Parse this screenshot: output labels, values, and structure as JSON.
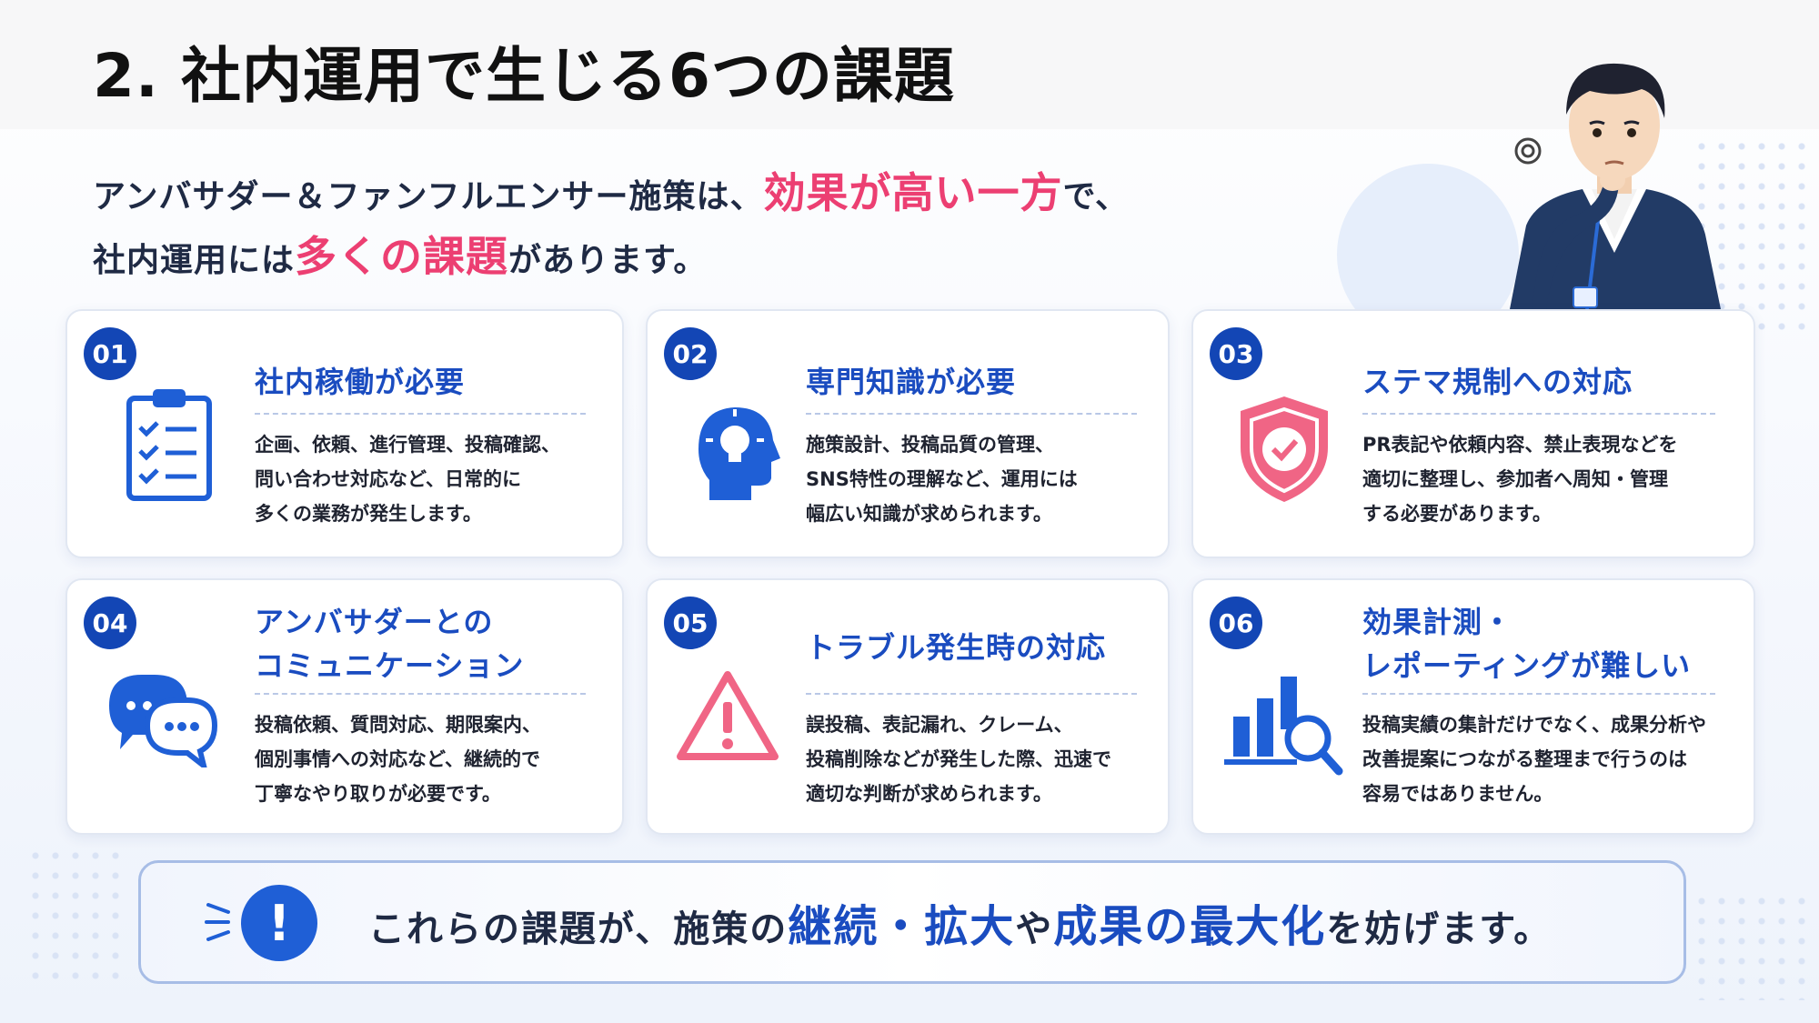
{
  "page": {
    "title": "2. 社内運用で生じる6つの課題"
  },
  "intro": {
    "l1a": "アンバサダー＆ファンフルエンサー施策は、",
    "l1b": "効果が高い一方",
    "l1c": "で、",
    "l2a": "社内運用には",
    "l2b": "多くの課題",
    "l2c": "があります。"
  },
  "colors": {
    "accent_blue": "#1346b5",
    "highlight_pink": "#ec3f72",
    "title_blue": "#1a4cc0"
  },
  "cards": [
    {
      "num": "01",
      "title1": "社内稼働が必要",
      "title2": "",
      "icon": "clipboard-checklist-icon",
      "lines": [
        "企画、依頼、進行管理、投稿確認、",
        "問い合わせ対応など、日常的に",
        "多くの業務が発生します。"
      ]
    },
    {
      "num": "02",
      "title1": "専門知識が必要",
      "title2": "",
      "icon": "head-lightbulb-icon",
      "lines": [
        "施策設計、投稿品質の管理、",
        "SNS特性の理解など、運用には",
        "幅広い知識が求められます。"
      ]
    },
    {
      "num": "03",
      "title1": "ステマ規制への対応",
      "title2": "",
      "icon": "shield-check-icon",
      "lines": [
        "PR表記や依頼内容、禁止表現などを",
        "適切に整理し、参加者へ周知・管理",
        "する必要があります。"
      ]
    },
    {
      "num": "04",
      "title1": "アンバサダーとの",
      "title2": "コミュニケーション",
      "icon": "chat-bubbles-icon",
      "lines": [
        "投稿依頼、質問対応、期限案内、",
        "個別事情への対応など、継続的で",
        "丁寧なやり取りが必要です。"
      ]
    },
    {
      "num": "05",
      "title1": "トラブル発生時の対応",
      "title2": "",
      "icon": "warning-triangle-icon",
      "lines": [
        "誤投稿、表記漏れ、クレーム、",
        "投稿削除などが発生した際、迅速で",
        "適切な判断が求められます。"
      ]
    },
    {
      "num": "06",
      "title1": "効果計測・",
      "title2": "レポーティングが難しい",
      "icon": "chart-magnifier-icon",
      "lines": [
        "投稿実績の集計だけでなく、成果分析や",
        "改善提案につながる整理まで行うのは",
        "容易ではありません。"
      ]
    }
  ],
  "banner": {
    "icon": "exclamation-icon",
    "t1": "これらの課題が、施策の",
    "t2": "継続・拡大",
    "t3": "や",
    "t4": "成果の最大化",
    "t5": "を妨げます。"
  }
}
